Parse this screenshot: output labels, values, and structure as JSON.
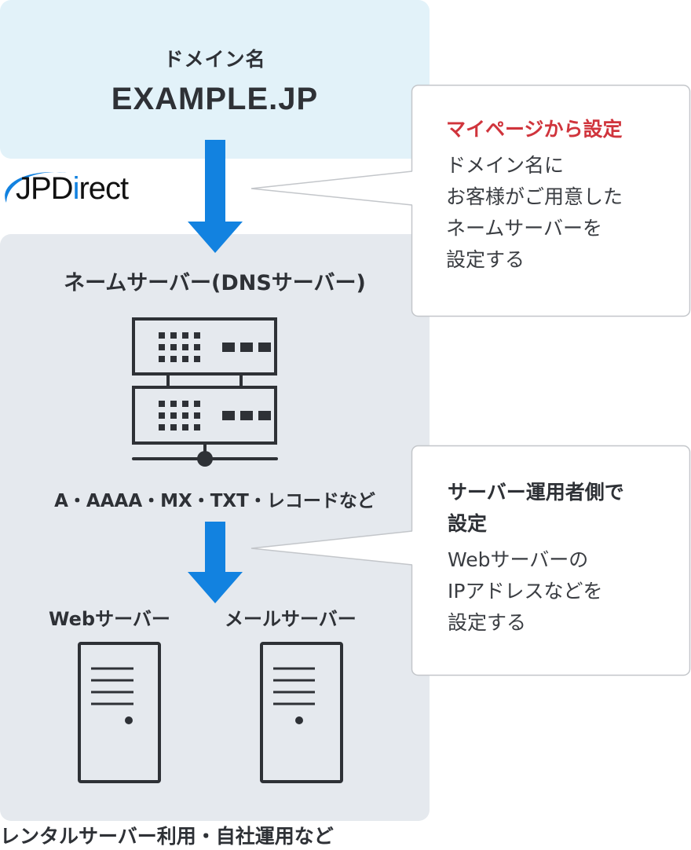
{
  "domain": {
    "label": "ドメイン名",
    "value": "EXAMPLE.JP"
  },
  "logo": {
    "text": "JPDirect",
    "part1": "JPD",
    "part2": "i",
    "part3": "rect"
  },
  "nameserver": {
    "title": "ネームサーバー(DNSサーバー)",
    "records": "A・AAAA・MX・TXT・レコードなど"
  },
  "servers": {
    "web": "Webサーバー",
    "mail": "メールサーバー"
  },
  "footer": "レンタルサーバー利用・自社運用など",
  "callouts": [
    {
      "title": "マイページから設定",
      "body": [
        "ドメイン名に",
        "お客様がご用意した",
        "ネームサーバーを",
        "設定する"
      ]
    },
    {
      "title_lines": [
        "サーバー運用者側で",
        "設定"
      ],
      "body": [
        "Webサーバーの",
        "IPアドレスなどを",
        "設定する"
      ]
    }
  ],
  "colors": {
    "arrow": "#1282e0",
    "accent_red": "#d0343c",
    "domain_bg": "#e2f2f9",
    "ns_bg": "#e5e9ee",
    "icon": "#2e3136",
    "callout_border": "#c3c6ca"
  }
}
